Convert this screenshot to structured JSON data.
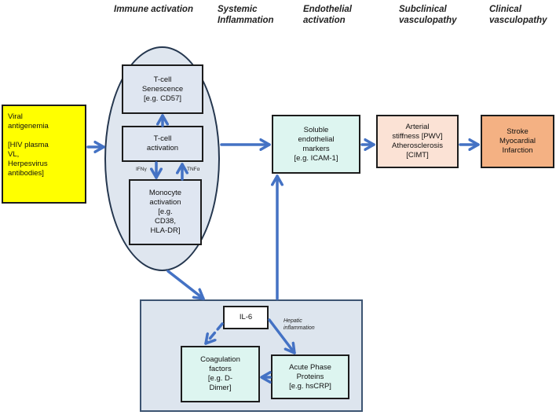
{
  "headers": [
    {
      "id": "immune",
      "text": "Immune activation"
    },
    {
      "id": "systemic",
      "text": "Systemic\nInflammation"
    },
    {
      "id": "endothelial",
      "text": "Endothelial\nactivation"
    },
    {
      "id": "subclinical",
      "text": "Subclinical\nvasculopathy"
    },
    {
      "id": "clinical",
      "text": "Clinical\nvasculopathy"
    }
  ],
  "boxes": {
    "viral": {
      "text": "Viral\nantigenemia\n\n[HIV plasma\nVL,\nHerpesvirus\nantibodies]",
      "color": "#ffff00"
    },
    "tcell_senescence": {
      "text": "T-cell\nSenescence\n[e.g. CD57]"
    },
    "tcell_activation": {
      "text": "T-cell\nactivation"
    },
    "monocyte": {
      "text": "Monocyte\nactivation\n[e.g.\nCD38,\nHLA-DR]"
    },
    "soluble": {
      "text": "Soluble\nendothelial\nmarkers\n[e.g. ICAM-1]",
      "color": "#ddf5f0"
    },
    "arterial": {
      "text": "Arterial\nstiffness [PWV]\nAtherosclerosis\n[CIMT]",
      "color": "#fbe2d5"
    },
    "stroke": {
      "text": "Stroke\nMyocardial\nInfarction",
      "color": "#f4b183"
    },
    "il6": {
      "text": "IL-6"
    },
    "coagulation": {
      "text": "Coagulation\nfactors\n[e.g. D-\nDimer]"
    },
    "acute": {
      "text": "Acute Phase\nProteins\n[e.g. hsCRP]"
    }
  },
  "labels": {
    "ifn": "IFNγ",
    "tnf": "TNFα",
    "hepatic": "Hepatic\ninflammation"
  },
  "colors": {
    "arrow": "#4472c4",
    "ellipse_fill": "#dfe6ef",
    "panel_fill": "#dde5ee"
  }
}
